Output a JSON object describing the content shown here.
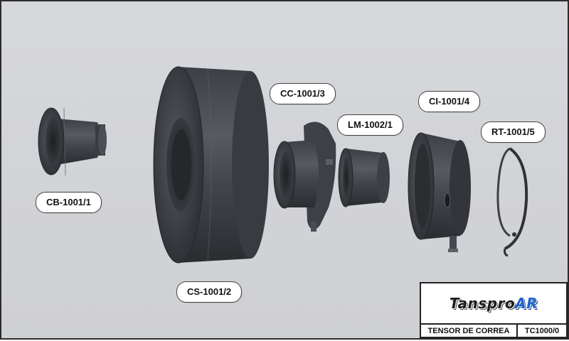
{
  "parts": [
    {
      "code": "CB-1001/1"
    },
    {
      "code": "CS-1001/2"
    },
    {
      "code": "CC-1001/3"
    },
    {
      "code": "LM-1002/1"
    },
    {
      "code": "CI-1001/4"
    },
    {
      "code": "RT-1001/5"
    }
  ],
  "title_block": {
    "logo_part1": "Tanspro",
    "logo_part2": "AR",
    "description": "TENSOR DE CORREA",
    "drawing_code": "TC1000/0"
  },
  "colors": {
    "background": "#d3d4d8",
    "part_dark": "#2e3035",
    "part_mid": "#4a4d54",
    "logo_accent": "#1f63c8"
  }
}
